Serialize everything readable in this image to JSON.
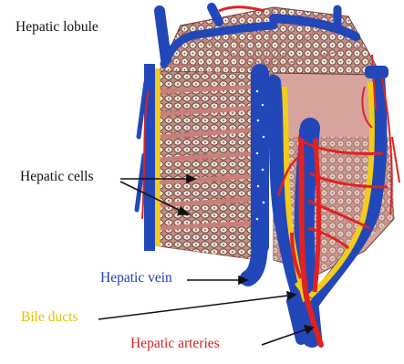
{
  "labels": {
    "title": "Hepatic lobule",
    "hepatic_cells": "Hepatic cells",
    "hepatic_vein": "Hepatic vein",
    "bile_ducts": "Bile ducts",
    "hepatic_arteries": "Hepatic arteries"
  },
  "colors": {
    "vein": "#2247b8",
    "bile": "#f2cc1a",
    "artery": "#e02222",
    "sinusoid": "#d99a96",
    "cell_fill": "#efe6d7",
    "cell_outline": "#5a3a33",
    "label_vein": "#1f3fae",
    "label_bile": "#e8c000",
    "label_artery": "#d42020",
    "label_black": "#111111"
  }
}
